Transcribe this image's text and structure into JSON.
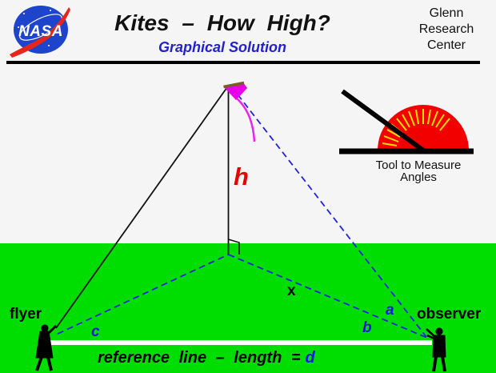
{
  "header": {
    "title": "Kites – How High?",
    "subtitle": "Graphical Solution",
    "org_name": "Glenn\nResearch\nCenter",
    "logo_text": "NASA"
  },
  "tool": {
    "caption": "Tool to Measure\nAngles"
  },
  "labels": {
    "height": "h",
    "distance_x": "x",
    "angle_a": "a",
    "angle_b": "b",
    "angle_c": "c",
    "flyer": "flyer",
    "observer": "observer",
    "reference_line": "reference line – length =",
    "length_d": "d"
  },
  "colors": {
    "grass_green": "#00dd00",
    "background_gray": "#f5f5f5",
    "dashed_line_blue": "#2222dd",
    "label_blue": "#1515e6",
    "subtitle_blue": "#2222cc",
    "height_red": "#e60000",
    "protractor_red": "#f20000",
    "tick_yellow": "#ffdd00",
    "kite_magenta": "#e800e8",
    "kite_spar_brown": "#7a5c28",
    "nasa_blue": "#1e44cc",
    "nasa_swoosh_red": "#e8251a"
  }
}
